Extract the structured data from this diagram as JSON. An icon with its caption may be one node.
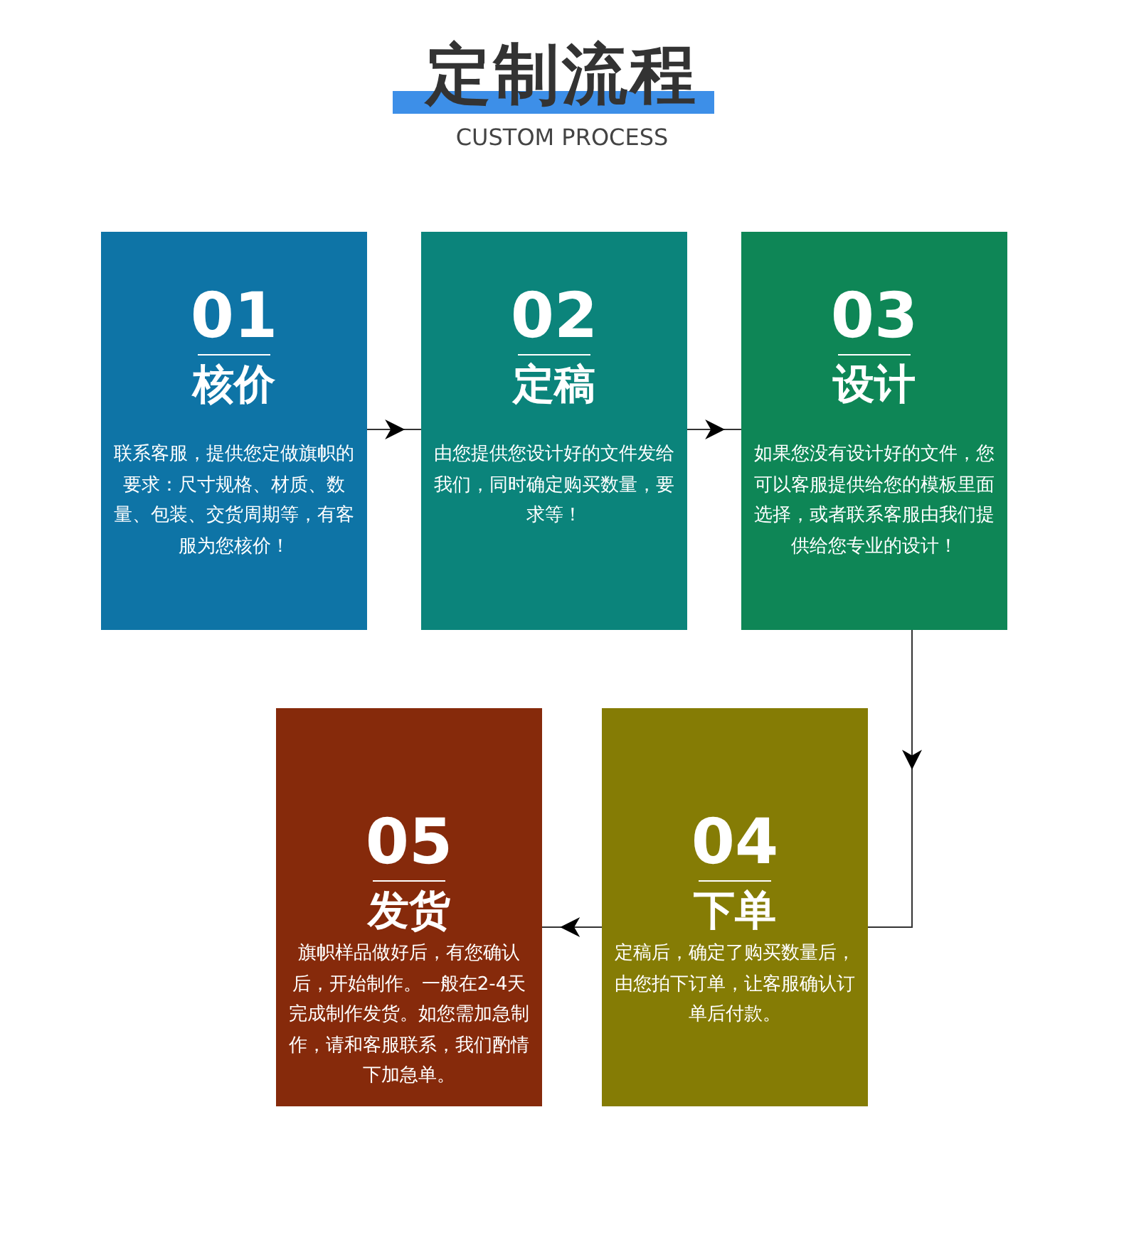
{
  "diagram": {
    "title": "定制流程",
    "nodes": [
      {
        "text": [
          "01",
          "核价",
          "联系客服，提供您定做旗帜的要求：尺寸规格、材质、数量、包装、交货周期等，有客服为您核价！"
        ]
      },
      {
        "text": [
          "02",
          "定稿",
          "由您提供您设计好的文件发给我们，同时确定购买数量，要求等！"
        ]
      },
      {
        "text": [
          "03",
          "设计",
          "如果您没有设计好的文件，您可以客服提供给您的模板里面选择，或者联系客服由我们提供给您专业的设计！"
        ]
      },
      {
        "text": [
          "04",
          "下单",
          "定稿后，确定了购买数量后，由您拍下订单，让客服确认订单后付款。"
        ]
      },
      {
        "text": [
          "05",
          "发货",
          "旗帜样品做好后，有您确认后，开始制作。一般在2-4天完成制作发货。如您需加急制作，请和客服联系，我们酌情下加急单。"
        ]
      }
    ],
    "edges": [
      {
        "from": 0,
        "to": 1,
        "arrow": "to"
      },
      {
        "from": 1,
        "to": 2,
        "arrow": "to"
      },
      {
        "from": 2,
        "to": 3,
        "arrow": "to"
      },
      {
        "from": 3,
        "to": 4,
        "arrow": "to"
      }
    ],
    "labels": [
      "CUSTOM PROCESS"
    ]
  }
}
